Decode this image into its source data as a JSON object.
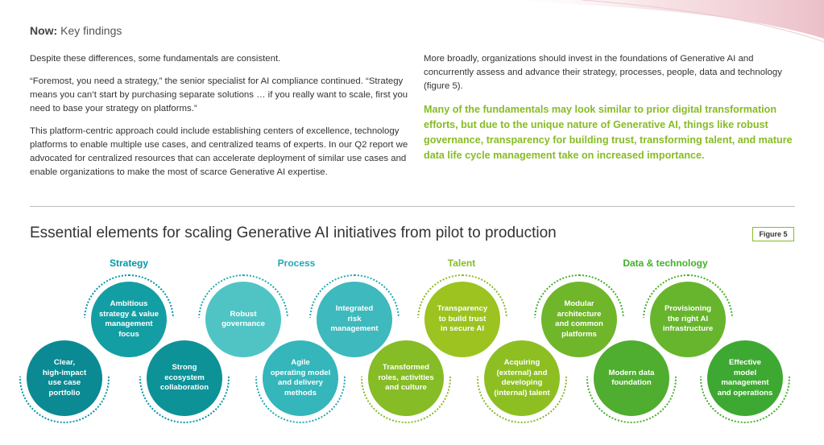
{
  "header": {
    "bold": "Now:",
    "rest": " Key findings"
  },
  "left_column": [
    "Despite these differences, some fundamentals are consistent.",
    "“Foremost, you need a strategy,” the senior specialist for AI compliance continued. “Strategy means you can’t start by purchasing separate solutions … if you really want to scale, first you need to base your strategy on platforms.”",
    "This platform-centric approach could include establishing centers of excellence, technology platforms to enable multiple use cases, and centralized teams of experts. In our Q2 report we advocated for centralized resources that can accelerate deployment of similar use cases and enable organizations to make the most of scarce Generative AI expertise."
  ],
  "right_column": {
    "paragraph": "More broadly, organizations should invest in the foundations of Generative AI and concurrently assess and advance their strategy, processes, people, data and technology (figure 5).",
    "highlight": "Many of the fundamentals may look similar to prior digital transformation efforts, but due to the unique nature of Generative AI, things like robust governance, transparency for building trust, transforming talent, and mature data life cycle management take on increased importance."
  },
  "figure": {
    "title": "Essential elements for scaling Generative AI initiatives from pilot to production",
    "badge": "Figure 5",
    "categories": [
      {
        "label": "Strategy",
        "color": "#0097a9"
      },
      {
        "label": "Process",
        "color": "#1fa9b5"
      },
      {
        "label": "Talent",
        "color": "#86bc25"
      },
      {
        "label": "Data & technology",
        "color": "#43b02a"
      }
    ],
    "elements": [
      {
        "label": "Clear, high-impact use case portfolio",
        "lines": [
          "Clear,",
          "high-impact",
          "use case",
          "portfolio"
        ],
        "color": "#0b8a93"
      },
      {
        "label": "Ambitious strategy & value management focus",
        "lines": [
          "Ambitious",
          "strategy & value",
          "management",
          "focus"
        ],
        "color": "#139ea3"
      },
      {
        "label": "Strong ecosystem collaboration",
        "lines": [
          "Strong",
          "ecosystem",
          "collaboration"
        ],
        "color": "#0d9298"
      },
      {
        "label": "Robust governance",
        "lines": [
          "Robust",
          "governance"
        ],
        "color": "#50c4c4"
      },
      {
        "label": "Agile operating model and delivery methods",
        "lines": [
          "Agile",
          "operating model",
          "and delivery",
          "methods"
        ],
        "color": "#34b6bb"
      },
      {
        "label": "Integrated risk management",
        "lines": [
          "Integrated",
          "risk",
          "management"
        ],
        "color": "#3eb9bd"
      },
      {
        "label": "Transformed roles, activities and culture",
        "lines": [
          "Transformed",
          "roles, activities",
          "and culture"
        ],
        "color": "#86bc25"
      },
      {
        "label": "Transparency to build trust in secure AI",
        "lines": [
          "Transparency",
          "to build trust",
          "in secure AI"
        ],
        "color": "#9cc31f"
      },
      {
        "label": "Acquiring (external) and developing (internal) talent",
        "lines": [
          "Acquiring",
          "(external) and",
          "developing",
          "(internal) talent"
        ],
        "color": "#8dbf22"
      },
      {
        "label": "Modular architecture and common platforms",
        "lines": [
          "Modular",
          "architecture",
          "and common",
          "platforms"
        ],
        "color": "#6fb62a"
      },
      {
        "label": "Modern data foundation",
        "lines": [
          "Modern data",
          "foundation"
        ],
        "color": "#4fad2f"
      },
      {
        "label": "Provisioning the right AI infrastructure",
        "lines": [
          "Provisioning",
          "the right AI",
          "infrastructure"
        ],
        "color": "#67b52c"
      },
      {
        "label": "Effective model management and operations",
        "lines": [
          "Effective",
          "model",
          "management",
          "and operations"
        ],
        "color": "#3ea932"
      }
    ]
  }
}
